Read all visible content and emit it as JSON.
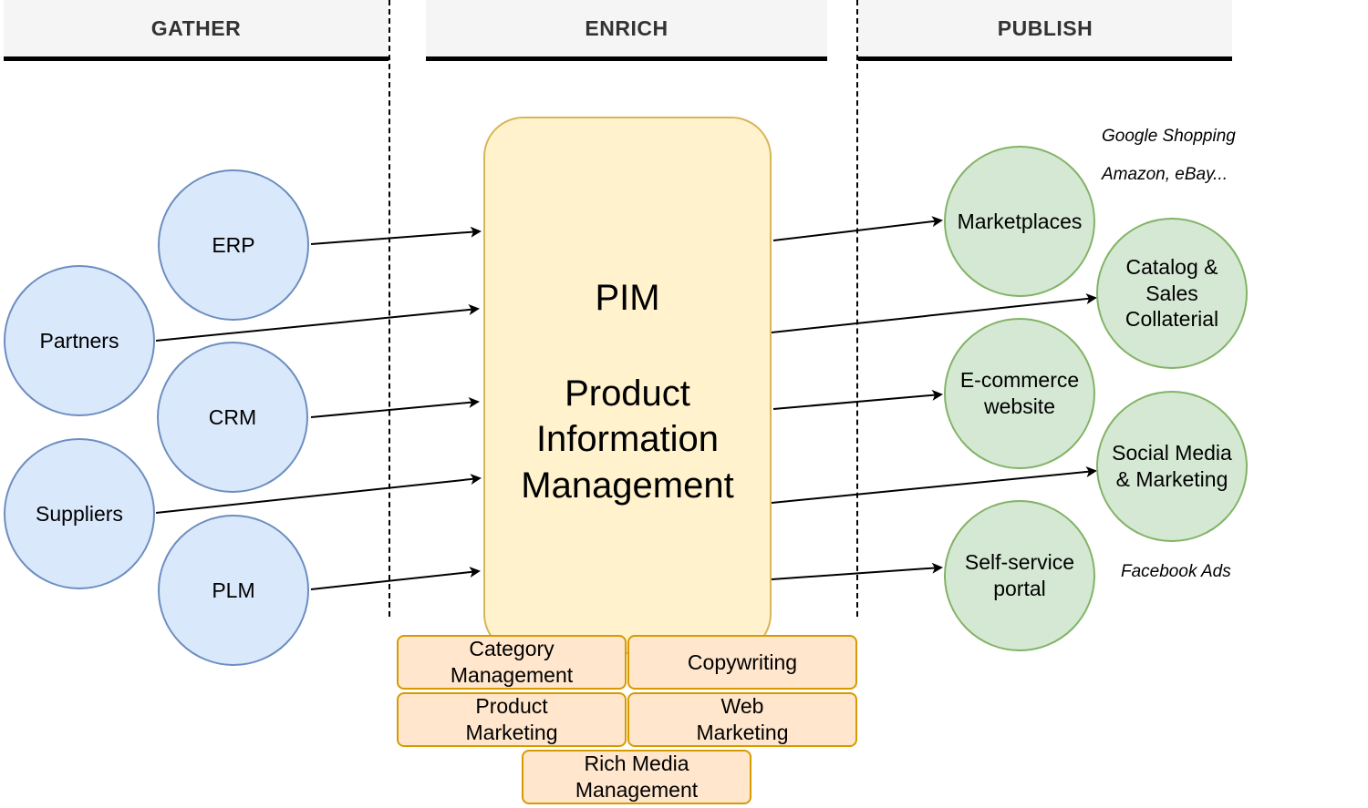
{
  "stages": {
    "gather": "GATHER",
    "enrich": "ENRICH",
    "publish": "PUBLISH"
  },
  "sources": {
    "erp": "ERP",
    "partners": "Partners",
    "crm": "CRM",
    "suppliers": "Suppliers",
    "plm": "PLM"
  },
  "pim": {
    "acronym": "PIM",
    "full_name": "Product\nInformation\nManagement"
  },
  "enrich_tasks": {
    "category_management": "Category\nManagement",
    "copywriting": "Copywriting",
    "product_marketing": "Product\nMarketing",
    "web_marketing": "Web\nMarketing",
    "rich_media_management": "Rich Media\nManagement"
  },
  "channels": {
    "marketplaces": "Marketplaces",
    "catalog": "Catalog &\nSales\nCollaterial",
    "ecommerce": "E-commerce\nwebsite",
    "social": "Social Media\n& Marketing",
    "portal": "Self-service\nportal"
  },
  "notes": {
    "google": "Google Shopping",
    "amazon": "Amazon, eBay...",
    "facebook": "Facebook Ads"
  },
  "colors": {
    "source_fill": "#dae8fc",
    "source_stroke": "#6c8ebf",
    "channel_fill": "#d5e8d4",
    "channel_stroke": "#82b366",
    "pim_fill": "#fff2cc",
    "pim_stroke": "#d6b656",
    "task_fill": "#ffe6cc",
    "task_stroke": "#d79b00"
  }
}
